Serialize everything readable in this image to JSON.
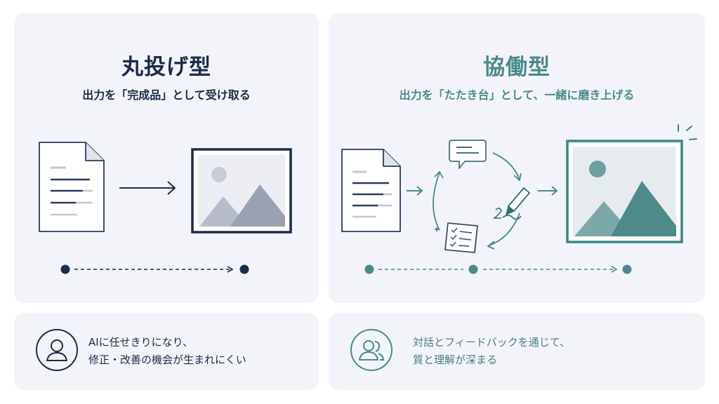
{
  "left_panel": {
    "title": "丸投げ型",
    "subtitle": "出力を「完成品」として受け取る",
    "description_line1": "AIに任せきりになり、",
    "description_line2": "修正・改善の機会が生まれにくい"
  },
  "right_panel": {
    "title": "協働型",
    "subtitle": "出力を「たたき台」として、一緒に磨き上げる",
    "description_line1": "対話とフィードバックを通じて、",
    "description_line2": "質と理解が深まる"
  },
  "colors": {
    "navy": "#1c2b4a",
    "teal": "#4a8a8a",
    "panel_bg": "#f2f4f9"
  },
  "icons": {
    "left": [
      "document-icon",
      "arrow-right-icon",
      "image-frame-icon",
      "timeline-dot-icon",
      "user-icon"
    ],
    "right": [
      "document-icon",
      "arrow-right-icon",
      "chat-bubble-icon",
      "pencil-icon",
      "checklist-icon",
      "cycle-arrows-icon",
      "image-frame-icon",
      "sparkle-icon",
      "users-icon"
    ]
  }
}
